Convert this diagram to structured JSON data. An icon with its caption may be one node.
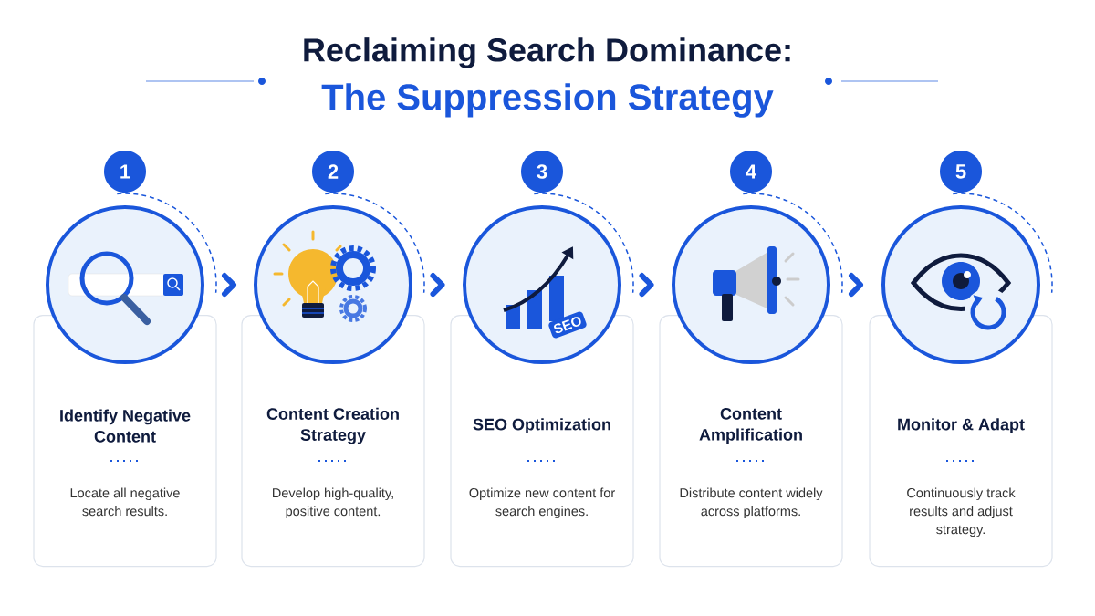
{
  "diagram": {
    "title": "Reclaiming Search Dominance:",
    "nodes": [
      {
        "text": [
          "1"
        ]
      },
      {
        "text": [],
        "shape": "circle"
      },
      {
        "text": [
          "Identify Negative Content",
          "Locate all negative search results."
        ]
      },
      {
        "text": [
          "2"
        ]
      },
      {
        "text": [],
        "shape": "circle"
      },
      {
        "text": [
          "Content Creation Strategy",
          "Develop high-quality, positive content."
        ]
      },
      {
        "text": [
          "3"
        ]
      },
      {
        "text": [],
        "shape": "circle"
      },
      {
        "text": [
          "SEO Optimization",
          "Optimize new content for search engines."
        ]
      },
      {
        "text": [
          "4"
        ]
      },
      {
        "text": [],
        "shape": "circle"
      },
      {
        "text": [
          "Content Amplification",
          "Distribute content widely across platforms."
        ]
      },
      {
        "text": [
          "5"
        ]
      },
      {
        "text": [],
        "shape": "circle"
      },
      {
        "text": [
          "Monitor & Adapt",
          "Continuously track results and adjust strategy."
        ]
      }
    ],
    "edges": [
      {
        "from": 1,
        "to": 4,
        "arrow": "to"
      },
      {
        "from": 4,
        "to": 7,
        "arrow": "to"
      },
      {
        "from": 7,
        "to": 10,
        "arrow": "to"
      },
      {
        "from": 10,
        "to": 13,
        "arrow": "to"
      }
    ],
    "labels": [
      "The Suppression Strategy",
      "SEO"
    ]
  }
}
